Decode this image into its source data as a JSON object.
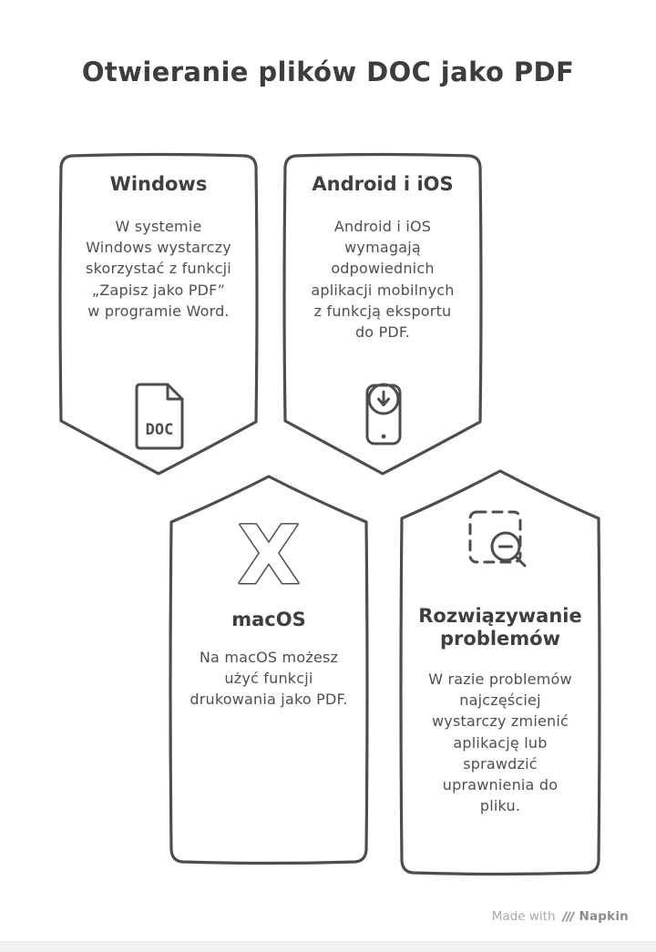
{
  "title": "Otwieranie plików DOC jako PDF",
  "cards": {
    "windows": {
      "heading": "Windows",
      "body": "W systemie Windows wystarczy skorzystać z funkcji „Zapisz jako PDF” w programie Word.",
      "icon": "doc-file-icon",
      "icon_label": "DOC"
    },
    "android_ios": {
      "heading": "Android i iOS",
      "body": "Android i iOS wymagają odpowiednich aplikacji mobilnych z funkcją eksportu do PDF.",
      "icon": "phone-download-icon"
    },
    "macos": {
      "heading": "macOS",
      "body": "Na macOS możesz użyć funkcji drukowania jako PDF.",
      "icon": "x-logo-icon",
      "icon_label": "X"
    },
    "troubleshooting": {
      "heading": "Rozwiązywanie problemów",
      "body": "W razie problemów najczęściej wystarczy zmienić aplikację lub sprawdzić uprawnienia do pliku.",
      "icon": "zoom-out-icon"
    }
  },
  "footer": {
    "made_with": "Made with",
    "brand": "Napkin"
  },
  "colors": {
    "ink": "#4d4d4d",
    "background": "#ffffff",
    "footer_text": "#a9a9a9"
  }
}
